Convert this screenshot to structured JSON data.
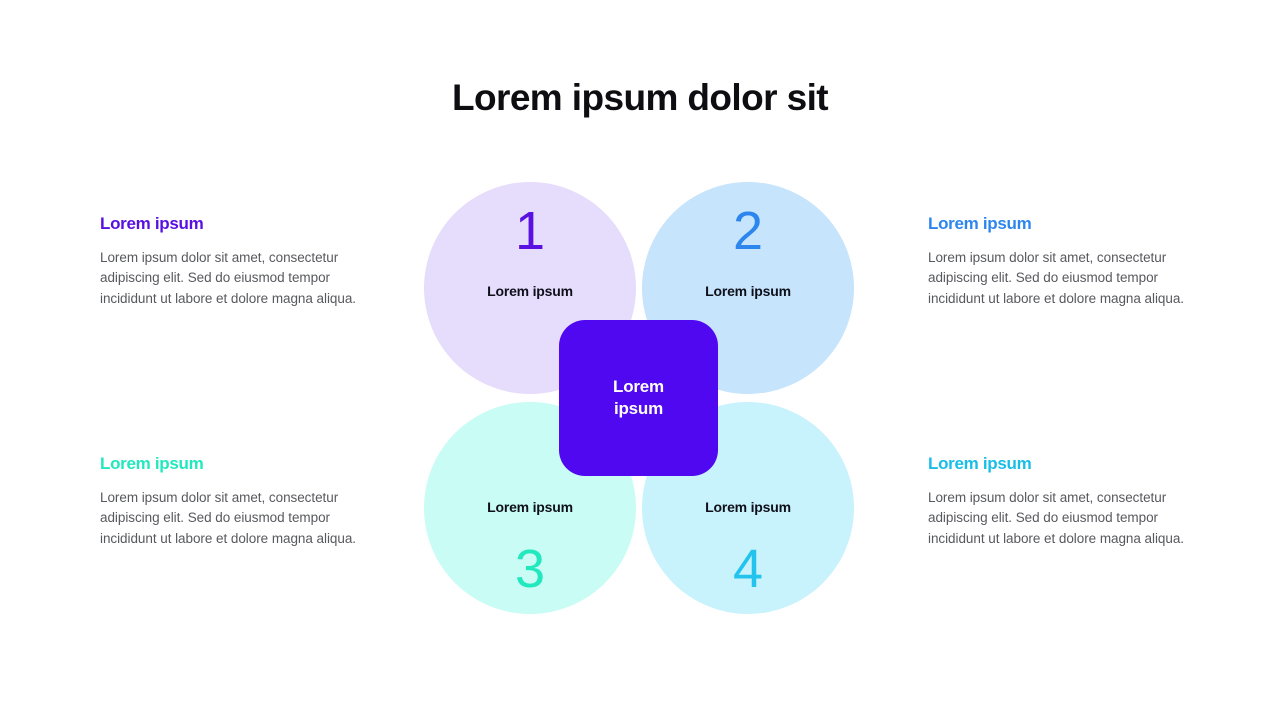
{
  "title": "Lorem ipsum dolor sit",
  "colors": {
    "title": "#0d0d12",
    "body_text": "#58595e",
    "hub_fill": "#5008f0",
    "hub_text": "#ffffff",
    "accent_1": "#5a10e0",
    "accent_2": "#2d86ee",
    "accent_3": "#22e8be",
    "accent_4": "#22c4ee",
    "petal_1": "#e6dcfc",
    "petal_2": "#c6e4fc",
    "petal_3": "#c8fcf4",
    "petal_4": "#c8f2fc",
    "background": "#ffffff"
  },
  "center": {
    "label": "Lorem\nipsum"
  },
  "petals": [
    {
      "number": "1",
      "label": "Lorem ipsum",
      "fill": "#e6dcfc",
      "number_color": "#5a10e0"
    },
    {
      "number": "2",
      "label": "Lorem ipsum",
      "fill": "#c6e4fc",
      "number_color": "#2d86ee"
    },
    {
      "number": "3",
      "label": "Lorem ipsum",
      "fill": "#c8fcf4",
      "number_color": "#22e8be"
    },
    {
      "number": "4",
      "label": "Lorem ipsum",
      "fill": "#c8f2fc",
      "number_color": "#22c4ee"
    }
  ],
  "blocks": [
    {
      "heading": "Lorem ipsum",
      "heading_color": "#5a10e0",
      "body": "Lorem ipsum dolor sit amet, consectetur adipiscing elit. Sed do eiusmod tempor incididunt ut labore et dolore magna aliqua."
    },
    {
      "heading": "Lorem ipsum",
      "heading_color": "#2d86ee",
      "body": "Lorem ipsum dolor sit amet, consectetur adipiscing elit. Sed do eiusmod tempor incididunt ut labore et dolore magna aliqua."
    },
    {
      "heading": "Lorem ipsum",
      "heading_color": "#22e8be",
      "body": "Lorem ipsum dolor sit amet, consectetur adipiscing elit. Sed do eiusmod tempor incididunt ut labore et dolore magna aliqua."
    },
    {
      "heading": "Lorem ipsum",
      "heading_color": "#18bee8",
      "body": "Lorem ipsum dolor sit amet, consectetur adipiscing elit. Sed do eiusmod tempor incididunt ut labore et dolore magna aliqua."
    }
  ]
}
